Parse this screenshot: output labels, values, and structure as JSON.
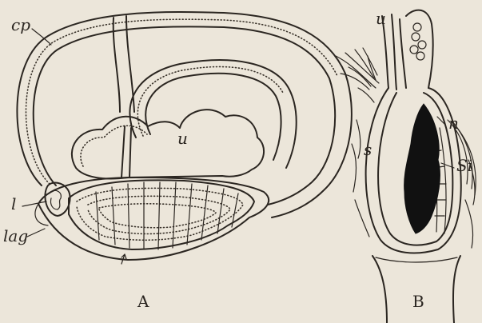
{
  "labels": {
    "cp": "cp",
    "u_a": "u",
    "l": "l",
    "lag": "lag",
    "u_b": "u",
    "s": "s",
    "n": "n",
    "si": "Si"
  },
  "captions": {
    "a": "A",
    "b": "B"
  }
}
